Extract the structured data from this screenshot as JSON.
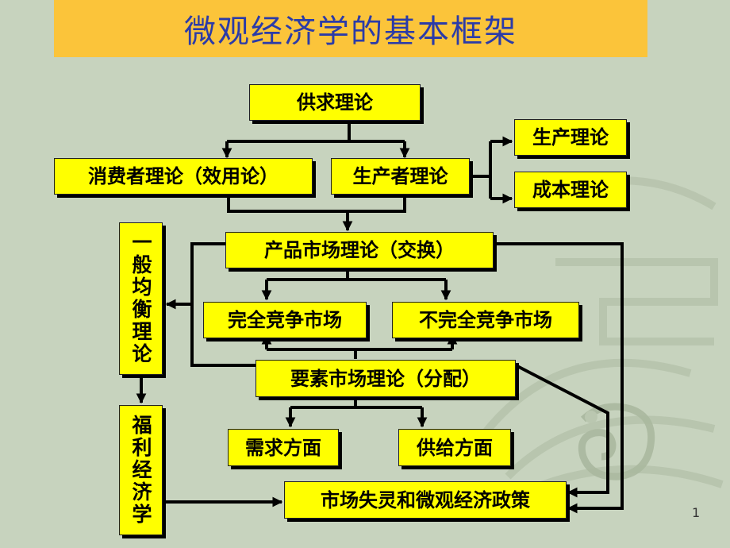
{
  "title": "微观经济学的基本框架",
  "nodes": {
    "supply_demand": "供求理论",
    "consumer": "消费者理论（效用论）",
    "producer": "生产者理论",
    "production": "生产理论",
    "cost": "成本理论",
    "product_market": "产品市场理论（交换）",
    "perfect_comp": "完全竞争市场",
    "imperfect_comp": "不完全竞争市场",
    "factor_market": "要素市场理论（分配）",
    "demand_side": "需求方面",
    "supply_side": "供给方面",
    "market_failure": "市场失灵和微观经济政策",
    "general_eq": "一般均衡理论",
    "welfare": "福利经济学"
  },
  "page_number": "1",
  "colors": {
    "background": "#c7d3be",
    "title_bar": "#fbc43a",
    "title_text": "#2b3ba8",
    "box": "#ffff00"
  }
}
